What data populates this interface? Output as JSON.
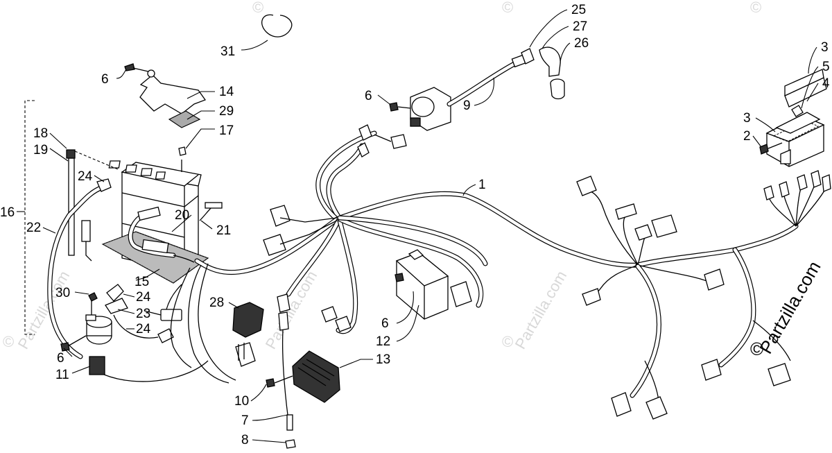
{
  "watermark": {
    "brand": "Partzilla.com",
    "copyright_glyph": "©"
  },
  "callouts": {
    "c31": "31",
    "c6_top": "6",
    "c14": "14",
    "c29": "29",
    "c17": "17",
    "c18": "18",
    "c19": "19",
    "c24_a": "24",
    "c16": "16",
    "c20": "20",
    "c21": "21",
    "c22": "22",
    "c15": "15",
    "c30": "30",
    "c24_b": "24",
    "c23": "23",
    "c24_c": "24",
    "c6_left": "6",
    "c11": "11",
    "c28": "28",
    "c25": "25",
    "c27": "27",
    "c26": "26",
    "c6_coil": "6",
    "c9": "9",
    "c1": "1",
    "c6_mid": "6",
    "c12": "12",
    "c13": "13",
    "c10": "10",
    "c7": "7",
    "c8": "8",
    "c3_top": "3",
    "c5": "5",
    "c4": "4",
    "c3_mid": "3",
    "c2": "2"
  }
}
